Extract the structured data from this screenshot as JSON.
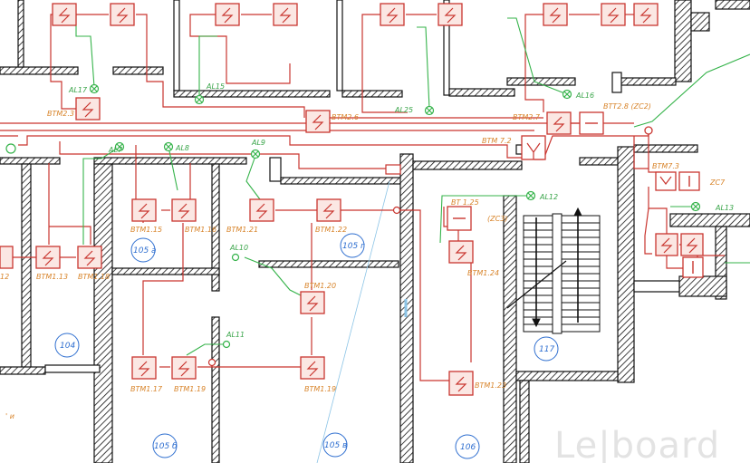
{
  "colors": {
    "wall": "#111111",
    "hatch": "#111111",
    "red_wire": "#c9352f",
    "green_wire": "#35b34a",
    "device": "#c9352f",
    "device_fill": "#fbe7e3",
    "label": "#d8842a",
    "room": "#2f6fd0",
    "blue_line": "#8cc4e6"
  },
  "devices": {
    "btm23": "BTM2.3",
    "btm26": "BTM2.6",
    "btm27": "BTM2.7",
    "btm72": "BTM 7.2",
    "btm15": "BTM1.15",
    "btm16": "BTM1.16",
    "btm13": "BTM1.13",
    "btm18": "BTM1.18",
    "btm21": "BTM1.21",
    "btm22": "BTM1.22",
    "btm20": "BTM1.20",
    "btm17": "BTM1.17",
    "btm19": "BTM1.19",
    "btm25": "BT 1.25",
    "btm24": "BTM1.24",
    "btm23b": "BTM1.23",
    "btm28": "BTT2.8 (ZC2)",
    "btm73": "BTM7.3",
    "zc3": "(ZC3)",
    "zc7": "ZC7",
    "edge12": "12"
  },
  "fixtures": {
    "al17": "AL17",
    "al15": "AL15",
    "al25": "AL25",
    "al16": "AL16",
    "al7": "AL7",
    "al8": "AL8",
    "al9": "AL9",
    "al10": "AL10",
    "al11": "AL11",
    "al12": "AL12",
    "al13": "AL13"
  },
  "rooms": {
    "r104": "104",
    "r105a": "105 а",
    "r105g": "105 г",
    "r105b": "105 б",
    "r105v": "105 в",
    "r106": "106",
    "r117": "117"
  },
  "misc": {
    "corner_text": "' и"
  },
  "watermark": "Le|board"
}
